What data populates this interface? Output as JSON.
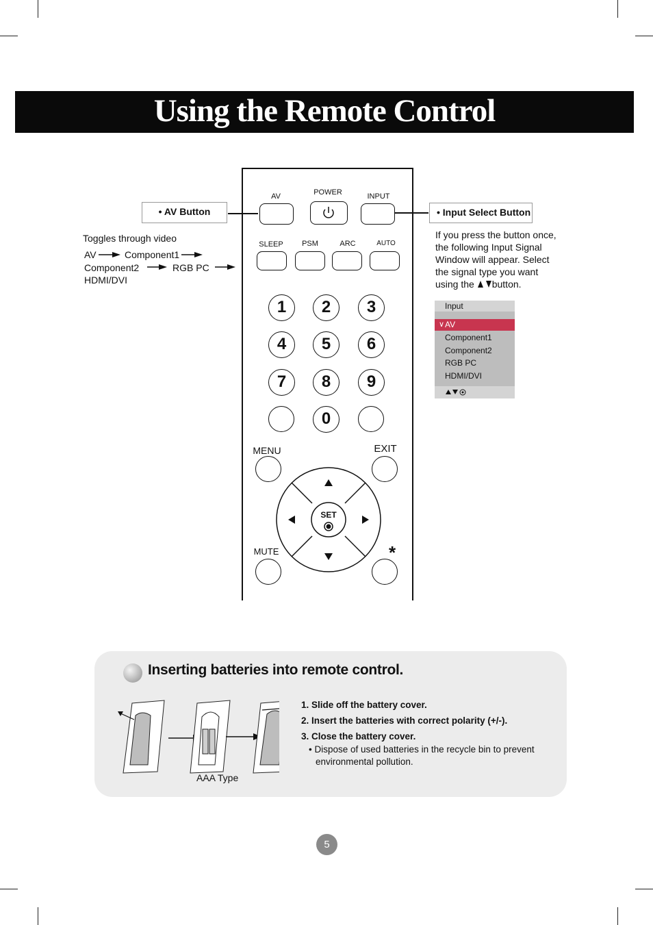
{
  "header": {
    "title": "Using the Remote Control"
  },
  "remote": {
    "top_labels": [
      "AV",
      "POWER",
      "INPUT"
    ],
    "second_labels": [
      "SLEEP",
      "PSM",
      "ARC",
      "AUTO"
    ],
    "digits": [
      "1",
      "2",
      "3",
      "4",
      "5",
      "6",
      "7",
      "8",
      "9",
      "0"
    ],
    "menu_label": "MENU",
    "exit_label": "EXIT",
    "mute_label": "MUTE",
    "set_label": "SET",
    "star_label": "*"
  },
  "av_callout": {
    "title": "• AV Button",
    "desc_line1": "Toggles through video",
    "seq_av": "AV",
    "seq_comp1": "Component1",
    "seq_comp2": "Component2",
    "seq_rgb": "RGB  PC",
    "seq_hdmi": "HDMI/DVI"
  },
  "input_callout": {
    "title": "• Input Select Button",
    "desc_line1": "If you press the button once,",
    "desc_line2": "the following Input Signal",
    "desc_line3": "Window will appear. Select",
    "desc_line4": "the signal type you want",
    "desc_line5_pre": "using the",
    "desc_line5_post": "button."
  },
  "input_menu": {
    "title": "Input",
    "selected": "AV",
    "items": [
      "Component1",
      "Component2",
      "RGB PC",
      "HDMI/DVI"
    ]
  },
  "batteries": {
    "title": "Inserting batteries into remote control.",
    "steps": [
      "1. Slide off the battery cover.",
      "2. Insert the batteries with correct polarity (+/-).",
      "3. Close the battery cover."
    ],
    "note_line1": "• Dispose of used batteries in the recycle bin to prevent",
    "note_line2": "environmental pollution.",
    "battery_type": "AAA Type"
  },
  "page_number": "5"
}
